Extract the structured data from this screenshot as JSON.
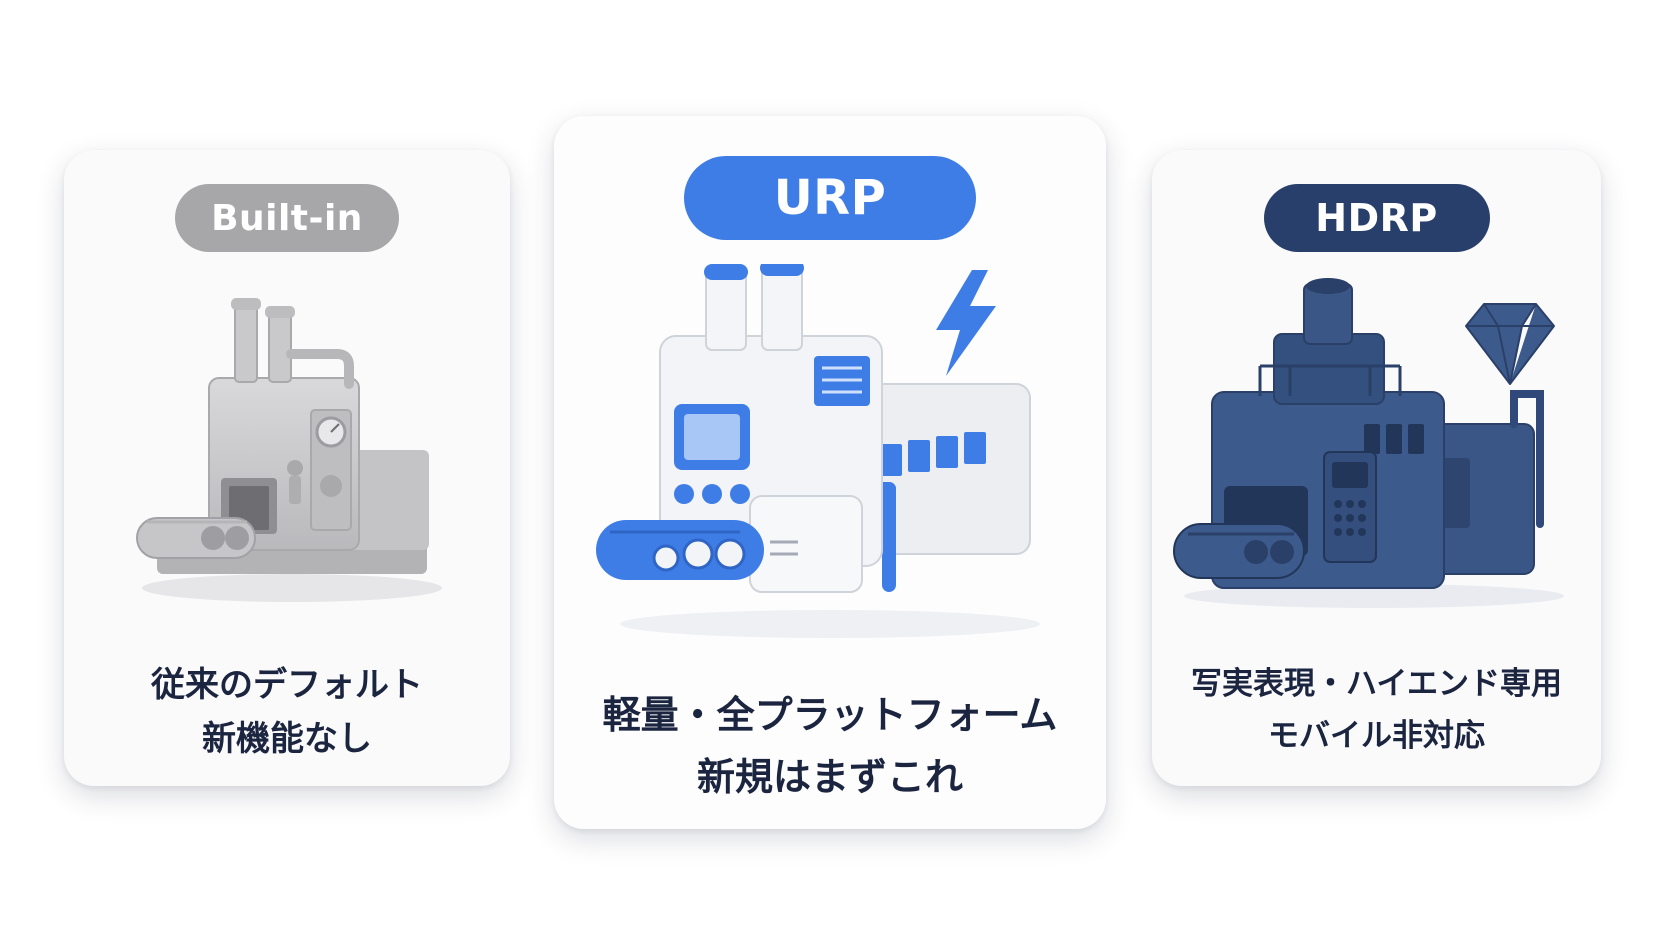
{
  "cards": [
    {
      "label": "Built-in",
      "lines": [
        "従来のデフォルト",
        "新機能なし"
      ],
      "illustration_icon": "factory-icon",
      "color": "#a7a7a9"
    },
    {
      "label": "URP",
      "lines": [
        "軽量・全プラットフォーム",
        "新規はまずこれ"
      ],
      "illustration_icon": "factory-icon",
      "badge_icon": "lightning-icon",
      "color": "#3f7de6"
    },
    {
      "label": "HDRP",
      "lines": [
        "写実表現・ハイエンド専用",
        "モバイル非対応"
      ],
      "illustration_icon": "factory-icon",
      "badge_icon": "diamond-icon",
      "color": "#283e6b"
    }
  ]
}
